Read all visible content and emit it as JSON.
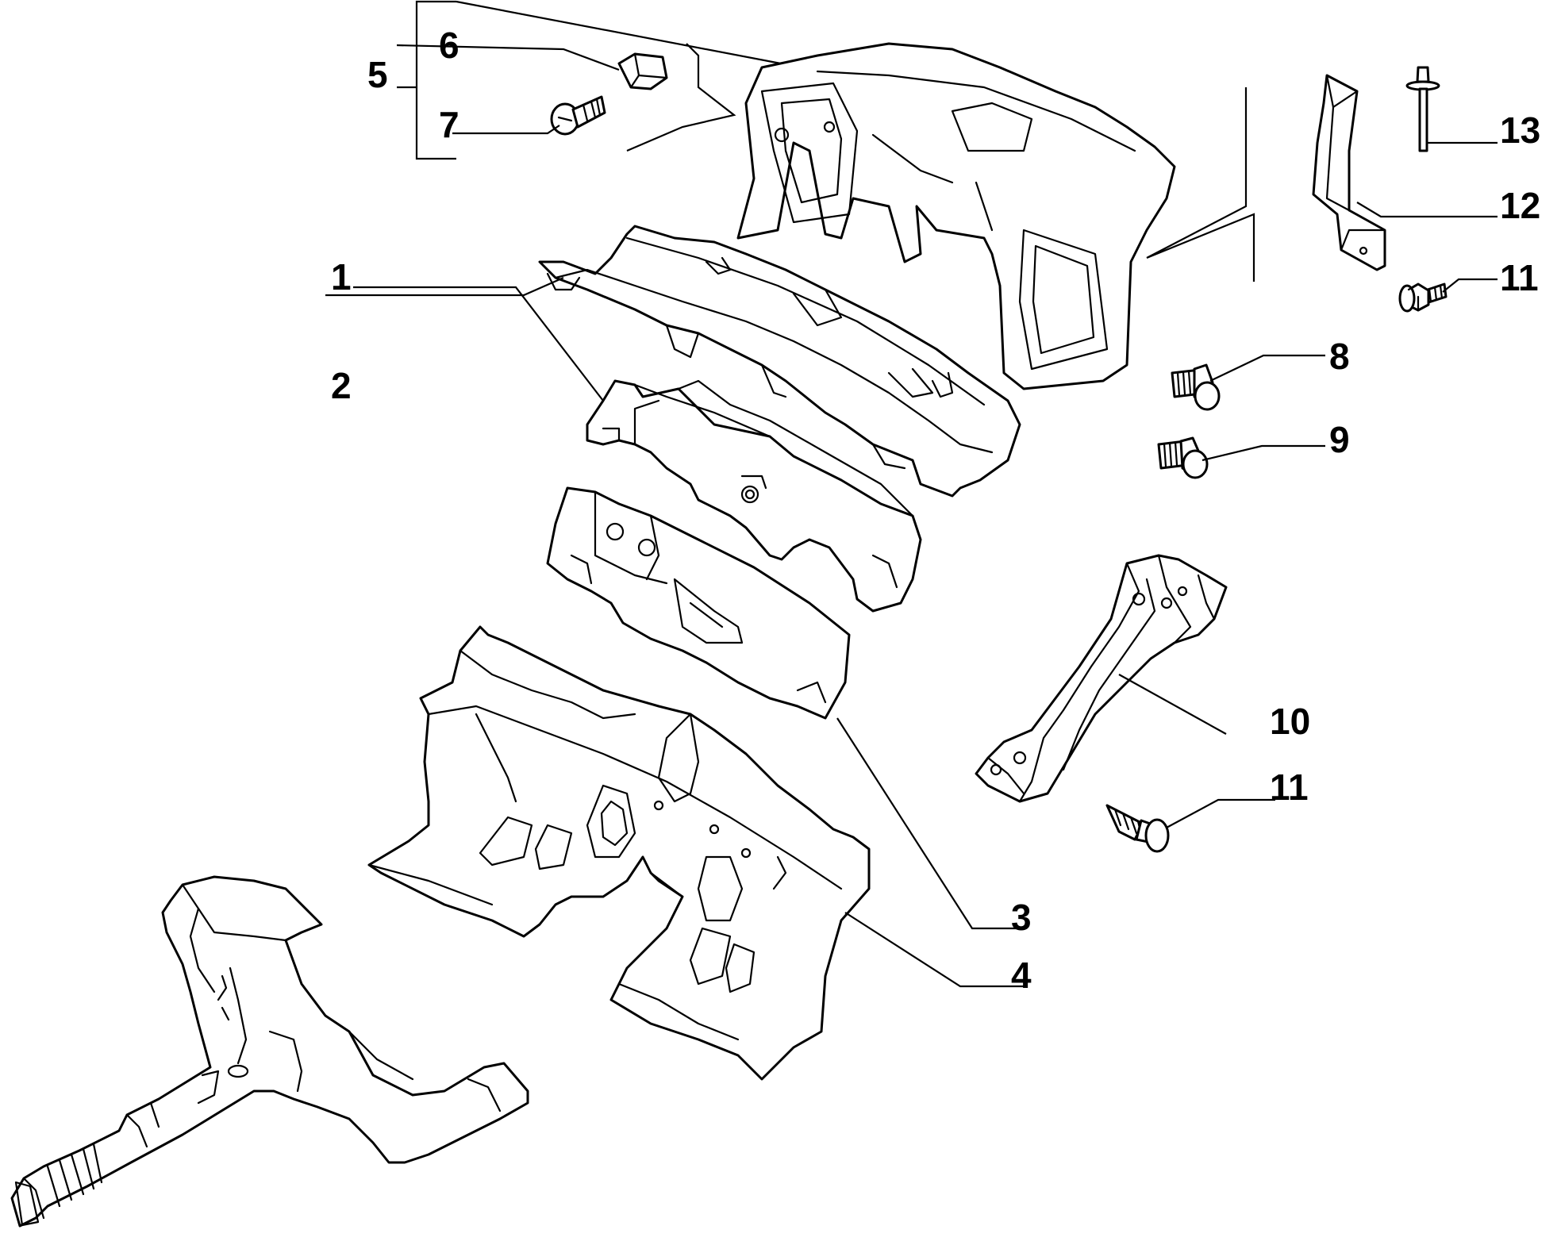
{
  "callouts": {
    "c1": "1",
    "c2": "2",
    "c3": "3",
    "c4": "4",
    "c5": "5",
    "c6": "6",
    "c7": "7",
    "c8": "8",
    "c9": "9",
    "c10": "10",
    "c11a": "11",
    "c11b": "11",
    "c12": "12",
    "c13": "13"
  },
  "colors": {
    "line": "#000000",
    "background": "#ffffff"
  }
}
